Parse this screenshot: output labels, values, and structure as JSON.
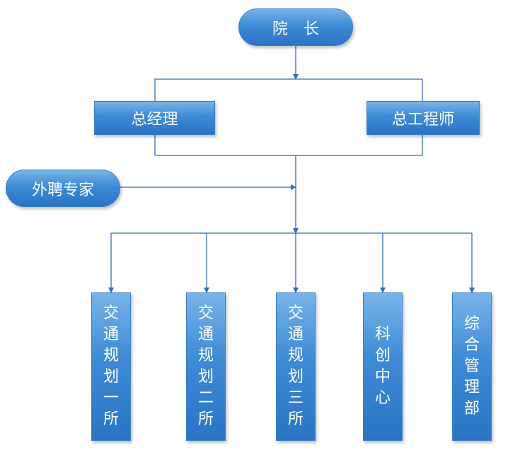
{
  "nodes": {
    "president": "院　长",
    "general_manager": "总经理",
    "chief_engineer": "总工程师",
    "external_experts": "外聘专家",
    "dept1": "交通规划一所",
    "dept2": "交通规划二所",
    "dept3": "交通规划三所",
    "dept4": "科创中心",
    "dept5": "综合管理部"
  },
  "colors": {
    "line": "#2f6eb5",
    "node_top": "#78b4e8",
    "node_bottom": "#2a74c4"
  }
}
